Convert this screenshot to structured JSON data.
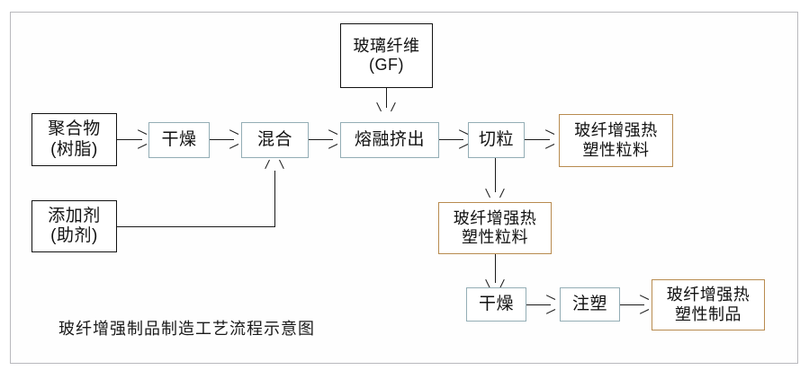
{
  "diagram": {
    "caption": "玻纤增强制品制造工艺流程示意图",
    "colors": {
      "frame_border": "#b9b9bd",
      "node_black_border": "#111111",
      "node_blue_border": "#93adb5",
      "node_orange_border": "#b88b4f",
      "connector": "#1a1a1a",
      "background": "#ffffff"
    },
    "nodes": {
      "glass_fiber": "玻璃纤维\n(GF)",
      "polymer": "聚合物\n(树脂)",
      "drying_1": "干燥",
      "mixing": "混合",
      "melt_extrusion": "熔融挤出",
      "pelletizing": "切粒",
      "gf_pellets_right": "玻纤增强热\n塑性粒料",
      "additives": "添加剂\n(助剂)",
      "gf_pellets_mid": "玻纤增强热\n塑性粒料",
      "drying_2": "干燥",
      "injection_molding": "注塑",
      "gf_products": "玻纤增强热\n塑性制品"
    }
  }
}
